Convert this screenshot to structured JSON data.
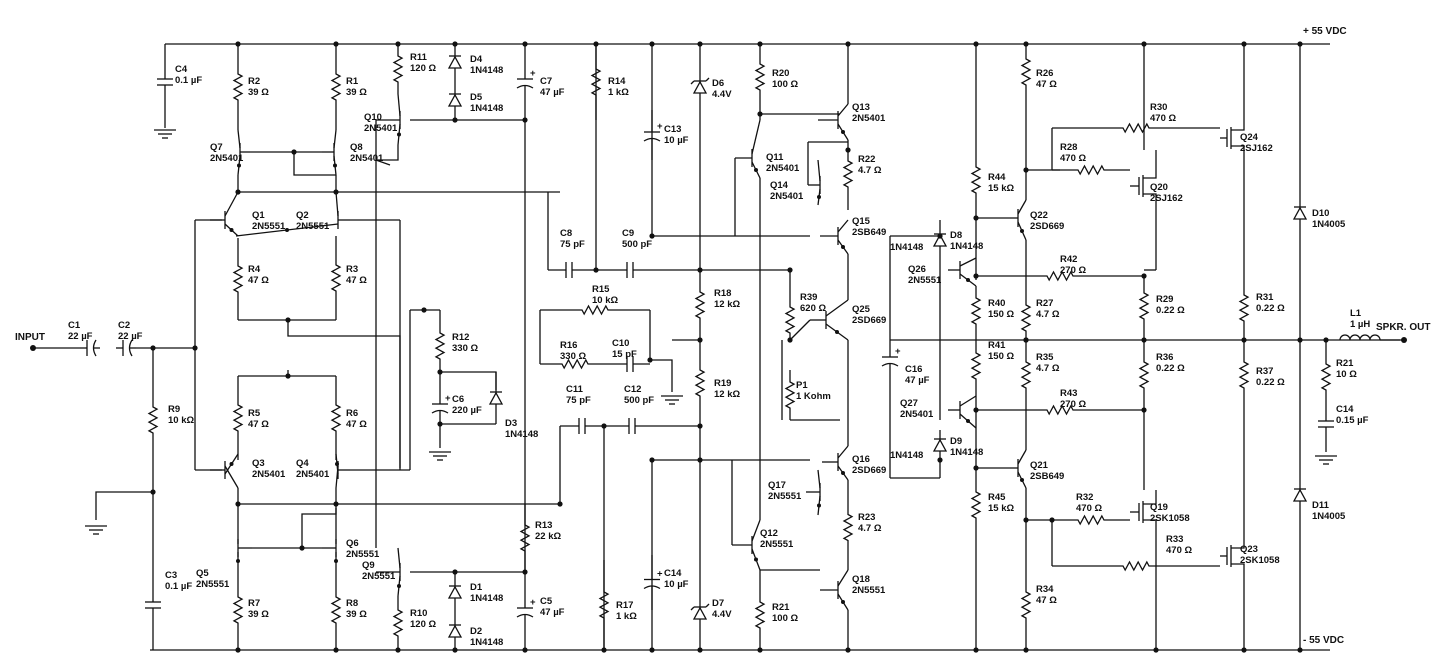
{
  "rails": {
    "pos": "+ 55 VDC",
    "neg": "- 55 VDC"
  },
  "io": {
    "input": "INPUT",
    "output": "SPKR. OUT"
  },
  "ground_symbol": "ground-symbol",
  "parts": {
    "C1": [
      "C1",
      "22 µF"
    ],
    "C2": [
      "C2",
      "22 µF"
    ],
    "C3": [
      "C3",
      "0.1 µF"
    ],
    "C4": [
      "C4",
      "0.1 µF"
    ],
    "C5": [
      "C5",
      "47 µF"
    ],
    "C6": [
      "C6",
      "220 µF"
    ],
    "C7": [
      "C7",
      "47 µF"
    ],
    "C8": [
      "C8",
      "75 pF"
    ],
    "C9": [
      "C9",
      "500 pF"
    ],
    "C10": [
      "C10",
      "15 pF"
    ],
    "C11": [
      "C11",
      "75 pF"
    ],
    "C12": [
      "C12",
      "500 pF"
    ],
    "C13": [
      "C13",
      "10 µF"
    ],
    "C14a": [
      "C14",
      "10 µF"
    ],
    "C14b": [
      "C14",
      "0.15 µF"
    ],
    "C16": [
      "C16",
      "47 µF"
    ],
    "R1": [
      "R1",
      "39 Ω"
    ],
    "R2": [
      "R2",
      "39 Ω"
    ],
    "R3": [
      "R3",
      "47 Ω"
    ],
    "R4": [
      "R4",
      "47 Ω"
    ],
    "R5": [
      "R5",
      "47 Ω"
    ],
    "R6": [
      "R6",
      "47 Ω"
    ],
    "R7": [
      "R7",
      "39 Ω"
    ],
    "R8": [
      "R8",
      "39 Ω"
    ],
    "R9": [
      "R9",
      "10 kΩ"
    ],
    "R10": [
      "R10",
      "120 Ω"
    ],
    "R11": [
      "R11",
      "120 Ω"
    ],
    "R12": [
      "R12",
      "330 Ω"
    ],
    "R13": [
      "R13",
      "22 kΩ"
    ],
    "R14": [
      "R14",
      "1 kΩ"
    ],
    "R15": [
      "R15",
      "10 kΩ"
    ],
    "R16": [
      "R16",
      "330 Ω"
    ],
    "R17": [
      "R17",
      "1 kΩ"
    ],
    "R18": [
      "R18",
      "12 kΩ"
    ],
    "R19": [
      "R19",
      "12 kΩ"
    ],
    "R20": [
      "R20",
      "100 Ω"
    ],
    "R21a": [
      "R21",
      "100 Ω"
    ],
    "R21b": [
      "R21",
      "10 Ω"
    ],
    "R22": [
      "R22",
      "4.7 Ω"
    ],
    "R23": [
      "R23",
      "4.7 Ω"
    ],
    "R26": [
      "R26",
      "47 Ω"
    ],
    "R27": [
      "R27",
      "4.7 Ω"
    ],
    "R28": [
      "R28",
      "470 Ω"
    ],
    "R29": [
      "R29",
      "0.22 Ω"
    ],
    "R30": [
      "R30",
      "470 Ω"
    ],
    "R31": [
      "R31",
      "0.22 Ω"
    ],
    "R32": [
      "R32",
      "470 Ω"
    ],
    "R33": [
      "R33",
      "470 Ω"
    ],
    "R34": [
      "R34",
      "47 Ω"
    ],
    "R35": [
      "R35",
      "4.7 Ω"
    ],
    "R36": [
      "R36",
      "0.22 Ω"
    ],
    "R37": [
      "R37",
      "0.22 Ω"
    ],
    "R39": [
      "R39",
      "620 Ω"
    ],
    "R40": [
      "R40",
      "150 Ω"
    ],
    "R41": [
      "R41",
      "150 Ω"
    ],
    "R42": [
      "R42",
      "270 Ω"
    ],
    "R43": [
      "R43",
      "270 Ω"
    ],
    "R44": [
      "R44",
      "15 kΩ"
    ],
    "R45": [
      "R45",
      "15 kΩ"
    ],
    "P1": [
      "P1",
      "1 Kohm"
    ],
    "L1": [
      "L1",
      "1 µH"
    ],
    "D1": [
      "D1",
      "1N4148"
    ],
    "D2": [
      "D2",
      "1N4148"
    ],
    "D3": [
      "D3",
      "1N4148"
    ],
    "D4": [
      "D4",
      "1N4148"
    ],
    "D5": [
      "D5",
      "1N4148"
    ],
    "D6": [
      "D6",
      "4.4V"
    ],
    "D7": [
      "D7",
      "4.4V"
    ],
    "D8": [
      "D8",
      "1N4148"
    ],
    "D9": [
      "D9",
      "1N4148"
    ],
    "D10": [
      "D10",
      "1N4005"
    ],
    "D11": [
      "D11",
      "1N4005"
    ],
    "Q1": [
      "Q1",
      "2N5551"
    ],
    "Q2": [
      "Q2",
      "2N5551"
    ],
    "Q3": [
      "Q3",
      "2N5401"
    ],
    "Q4": [
      "Q4",
      "2N5401"
    ],
    "Q5": [
      "Q5",
      "2N5551"
    ],
    "Q6": [
      "Q6",
      "2N5551"
    ],
    "Q7": [
      "Q7",
      "2N5401"
    ],
    "Q8": [
      "Q8",
      "2N5401"
    ],
    "Q9": [
      "Q9",
      "2N5551"
    ],
    "Q10": [
      "Q10",
      "2N5401"
    ],
    "Q11": [
      "Q11",
      "2N5401"
    ],
    "Q12": [
      "Q12",
      "2N5551"
    ],
    "Q13": [
      "Q13",
      "2N5401"
    ],
    "Q14": [
      "Q14",
      "2N5401"
    ],
    "Q15": [
      "Q15",
      "2SB649"
    ],
    "Q16": [
      "Q16",
      "2SD669"
    ],
    "Q17": [
      "Q17",
      "2N5551"
    ],
    "Q18": [
      "Q18",
      "2N5551"
    ],
    "Q19": [
      "Q19",
      "2SK1058"
    ],
    "Q20": [
      "Q20",
      "2SJ162"
    ],
    "Q21": [
      "Q21",
      "2SB649"
    ],
    "Q22": [
      "Q22",
      "2SD669"
    ],
    "Q23": [
      "Q23",
      "2SK1058"
    ],
    "Q24": [
      "Q24",
      "2SJ162"
    ],
    "Q25": [
      "Q25",
      "2SD669"
    ],
    "Q26": [
      "Q26",
      "2N5551"
    ],
    "Q27": [
      "Q27",
      "2N5401"
    ]
  }
}
